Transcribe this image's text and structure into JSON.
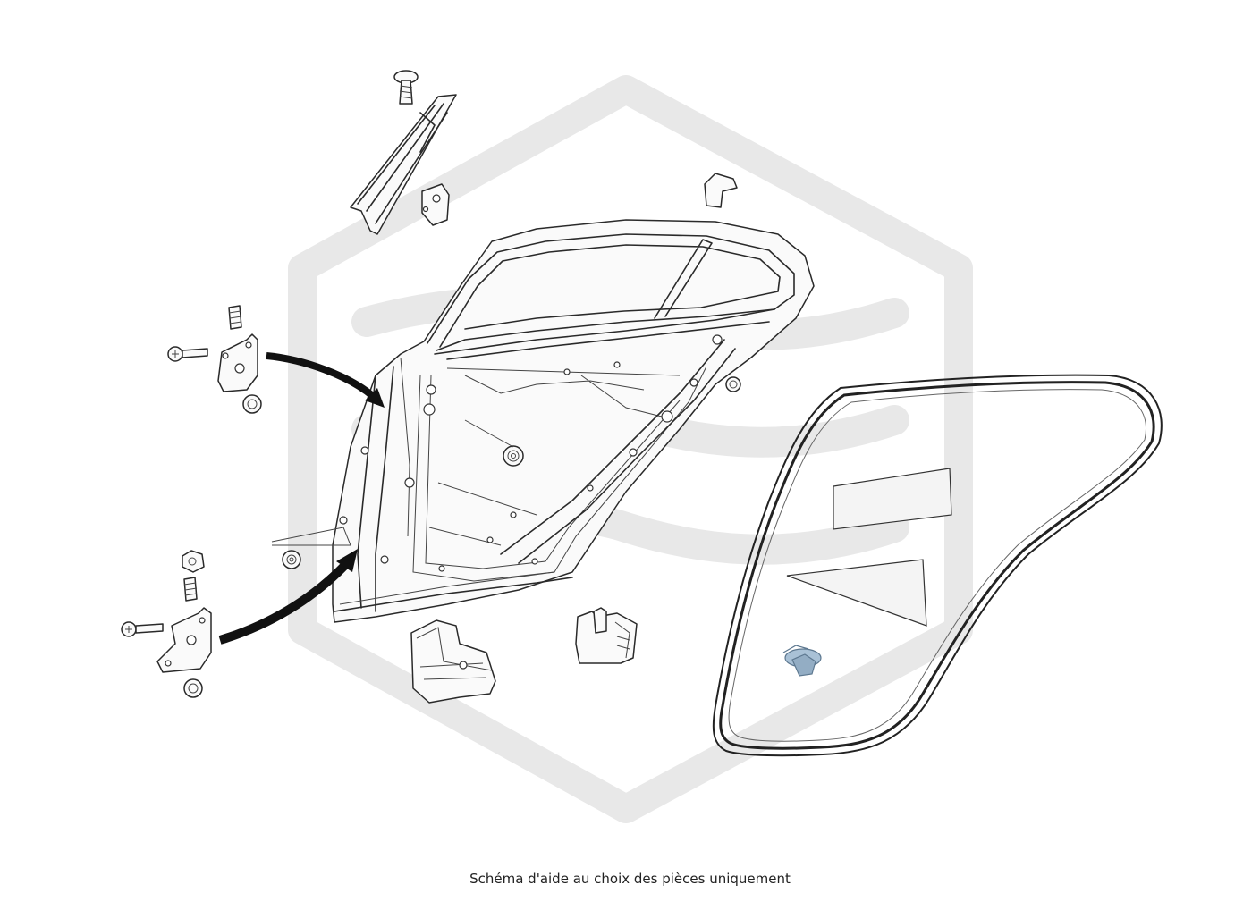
{
  "caption": "Schéma d'aide au choix des pièces uniquement",
  "colors": {
    "watermark": "#e6e6e6",
    "line": "#2a2a2a",
    "clip": "#a9c1d6",
    "arrow": "#111111"
  },
  "icons": {
    "watermark": "hex-logo-watermark",
    "arrow": "pointer-arrow"
  }
}
